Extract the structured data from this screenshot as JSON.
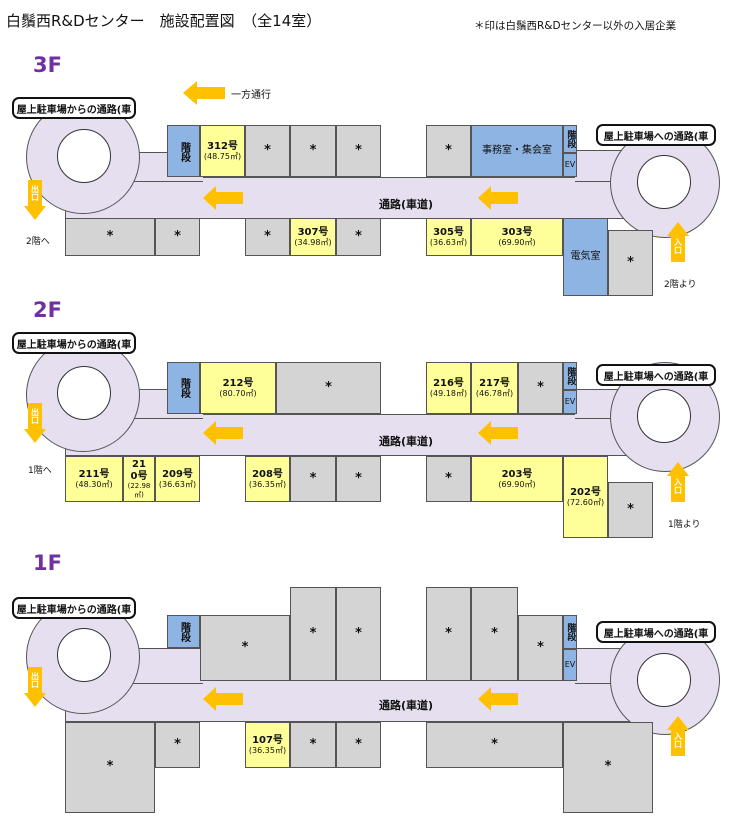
{
  "header": {
    "title": "白鬚西R&Dセンター　施設配置図　（全14室）",
    "note": "＊印は白鬚西R&Dセンター以外の入居企業"
  },
  "legend": {
    "one_way": "一方通行"
  },
  "labels": {
    "from_roof": "屋上駐車場からの通路(車",
    "to_roof": "屋上駐車場への通路(車",
    "road": "通路(車道)",
    "exit": "出口",
    "entrance": "入口",
    "stairs": "階段",
    "ev": "EV",
    "star": "*"
  },
  "floors": {
    "f3": {
      "name": "3F",
      "to_lower": "2階へ",
      "from_lower": "2階より",
      "rooms": {
        "r312": {
          "number": "312号",
          "area": "(48.75㎡)"
        },
        "r307": {
          "number": "307号",
          "area": "(34.98㎡)"
        },
        "r305": {
          "number": "305号",
          "area": "(36.63㎡)"
        },
        "r303": {
          "number": "303号",
          "area": "(69.90㎡)"
        },
        "office": "事務室・集会室",
        "electric": "電気室"
      }
    },
    "f2": {
      "name": "2F",
      "to_lower": "1階へ",
      "from_lower": "1階より",
      "rooms": {
        "r212": {
          "number": "212号",
          "area": "(80.70㎡)"
        },
        "r216": {
          "number": "216号",
          "area": "(49.18㎡)"
        },
        "r217": {
          "number": "217号",
          "area": "(46.78㎡)"
        },
        "r211": {
          "number": "211号",
          "area": "(48.30㎡)"
        },
        "r210": {
          "number": "210号",
          "area": "(22.98㎡)"
        },
        "r209": {
          "number": "209号",
          "area": "(36.63㎡)"
        },
        "r208": {
          "number": "208号",
          "area": "(36.35㎡)"
        },
        "r203": {
          "number": "203号",
          "area": "(69.90㎡)"
        },
        "r202": {
          "number": "202号",
          "area": "(72.60㎡)"
        }
      }
    },
    "f1": {
      "name": "1F",
      "rooms": {
        "r107": {
          "number": "107号",
          "area": "(36.35㎡)"
        }
      }
    }
  },
  "colors": {
    "tenant_room": "#ffff99",
    "other_company": "#d4d4d4",
    "facility": "#8eb4e3",
    "road": "#e6dff0",
    "arrow": "#ffc000",
    "floor_label": "#7030a0"
  }
}
